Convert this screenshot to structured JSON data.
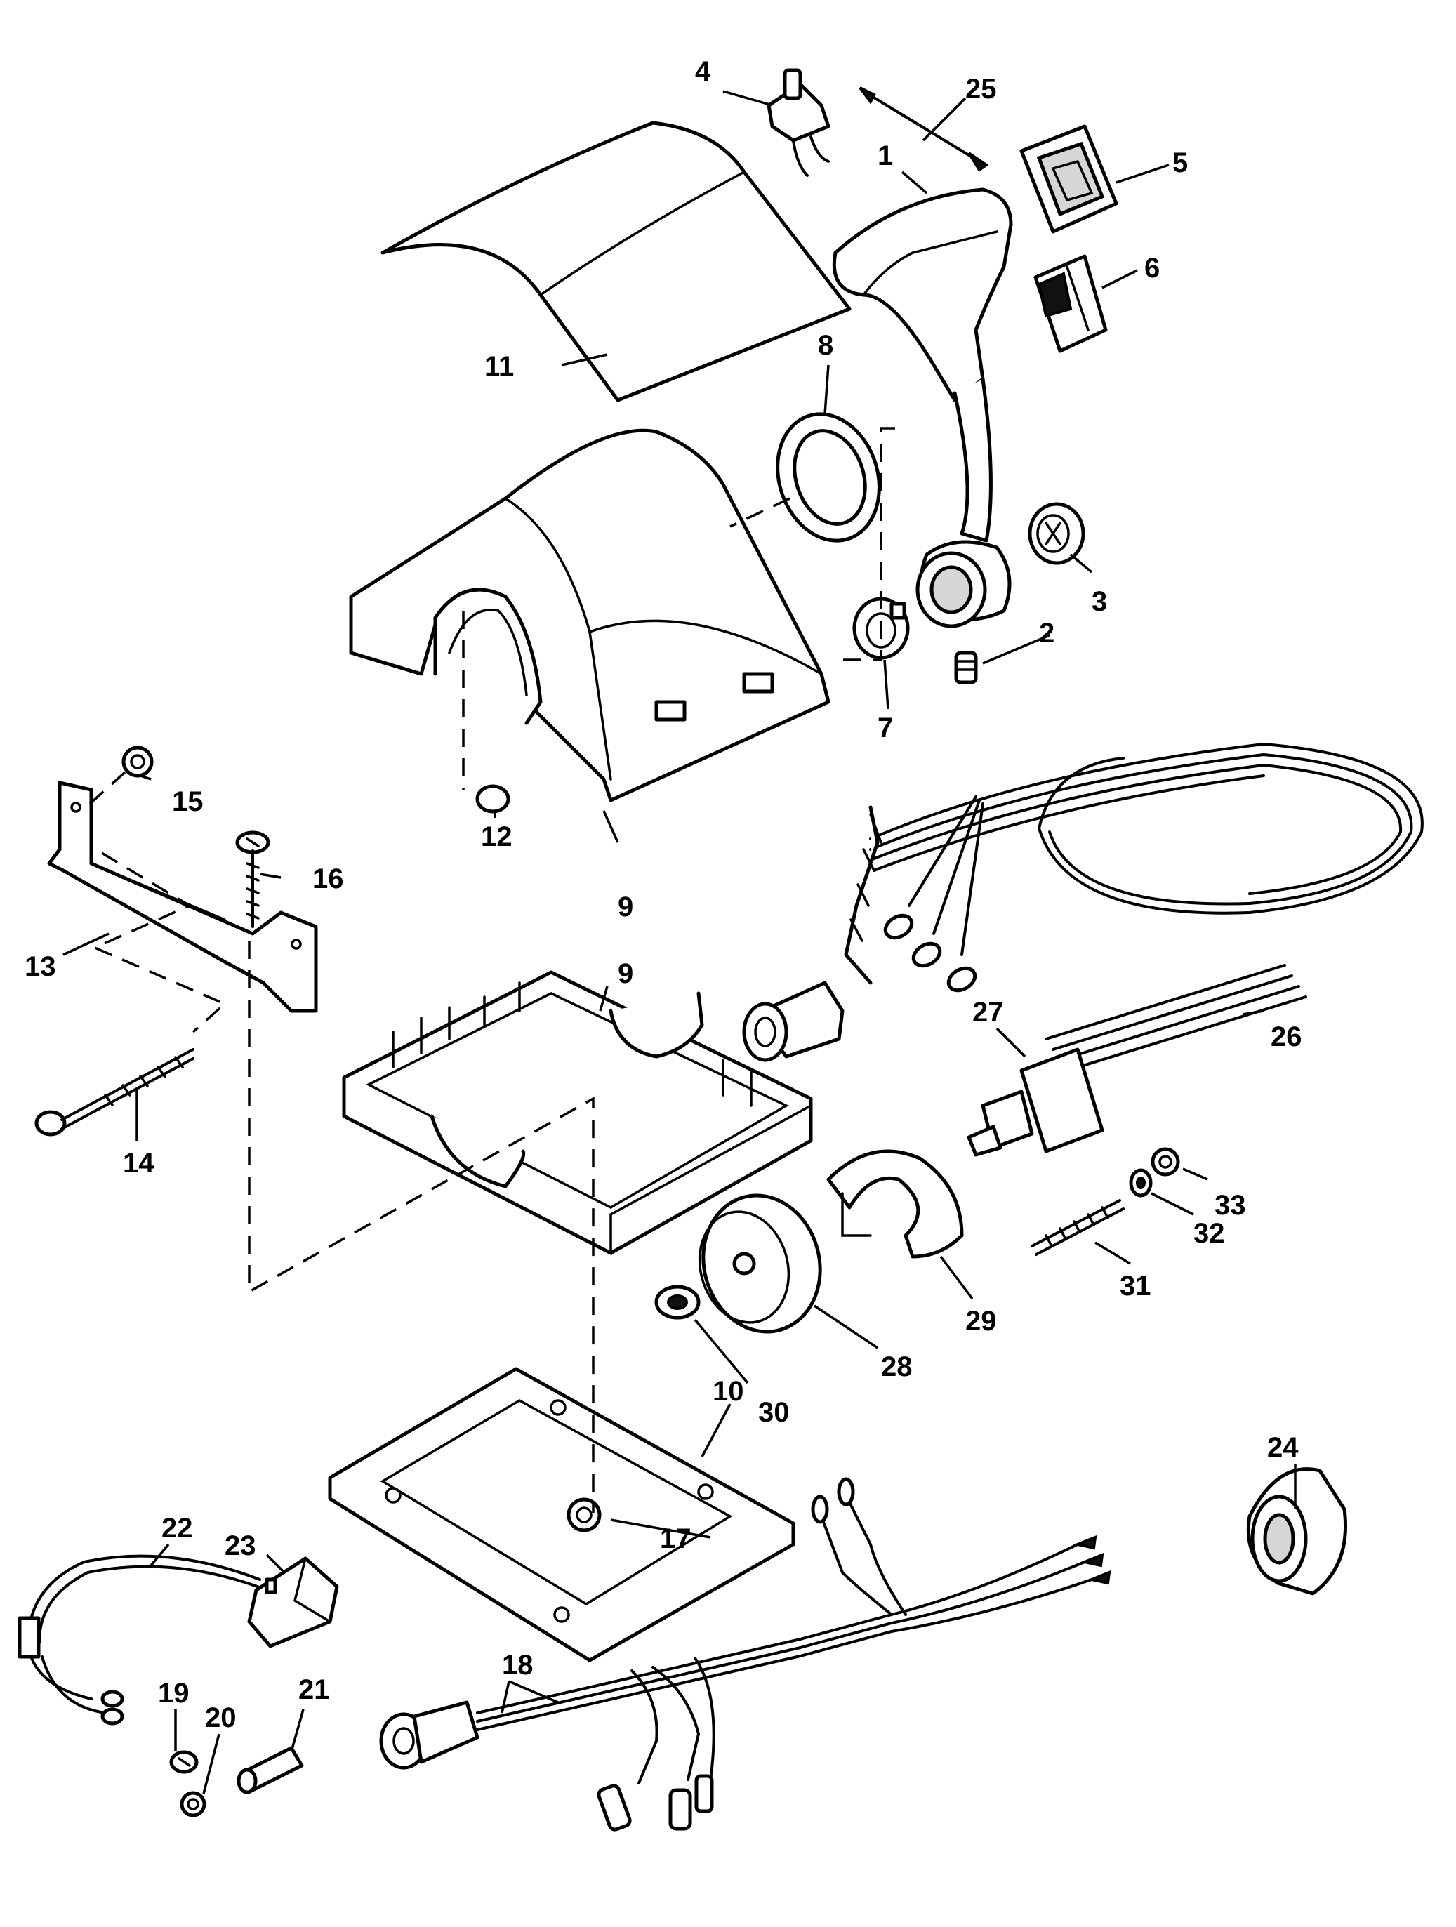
{
  "diagram": {
    "callouts": [
      "1",
      "2",
      "3",
      "4",
      "5",
      "6",
      "7",
      "8",
      "9",
      "10",
      "11",
      "12",
      "13",
      "14",
      "15",
      "16",
      "17",
      "18",
      "19",
      "20",
      "21",
      "22",
      "23",
      "24",
      "25",
      "26",
      "27",
      "28",
      "29",
      "30",
      "31",
      "32",
      "33"
    ]
  }
}
